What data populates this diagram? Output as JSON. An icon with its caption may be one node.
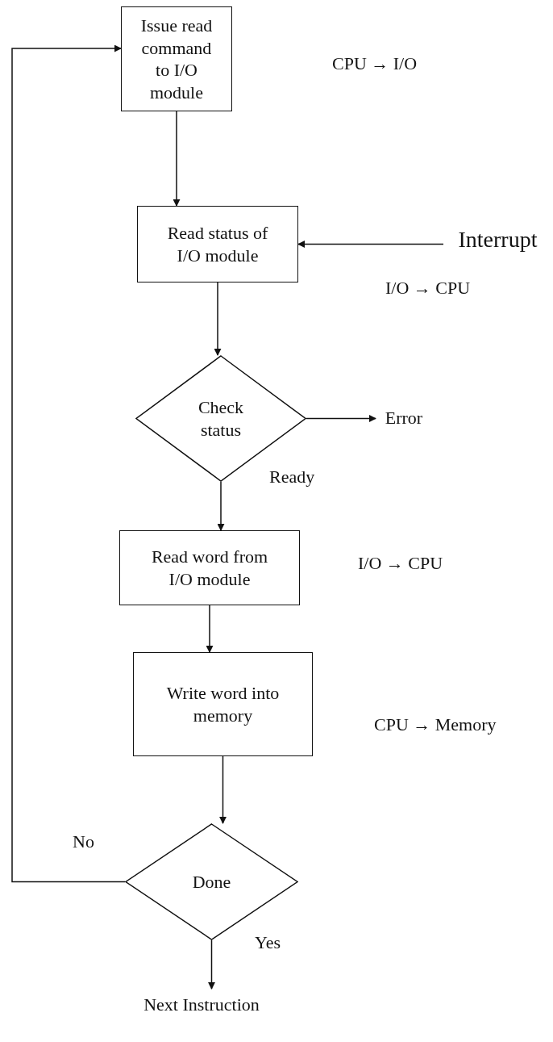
{
  "diagram": {
    "nodes": [
      {
        "text": [
          "Issue read command to I/O module"
        ]
      },
      {
        "text": [
          "Read status of I/O module"
        ]
      },
      {
        "text": [
          "Check status"
        ]
      },
      {
        "text": [
          "Read word from I/O module"
        ]
      },
      {
        "text": [
          "Write word into memory"
        ]
      },
      {
        "text": [
          "Done"
        ]
      },
      {
        "text": [
          "Next Instruction"
        ]
      },
      {
        "text": [
          "Interrupt"
        ]
      },
      {
        "text": [
          "Error"
        ]
      }
    ],
    "edges": [
      {
        "from": 0,
        "to": 1,
        "arrow": "to"
      },
      {
        "from": 1,
        "to": 2,
        "arrow": "to"
      },
      {
        "from": 2,
        "to": 8,
        "arrow": "to"
      },
      {
        "from": 2,
        "to": 3,
        "label": "Ready",
        "arrow": "to"
      },
      {
        "from": 3,
        "to": 4,
        "arrow": "to"
      },
      {
        "from": 4,
        "to": 5,
        "arrow": "to"
      },
      {
        "from": 5,
        "to": 0,
        "label": "No",
        "arrow": "to"
      },
      {
        "from": 5,
        "to": 6,
        "label": "Yes",
        "arrow": "to"
      },
      {
        "from": 7,
        "to": 1,
        "arrow": "to"
      }
    ],
    "labels": [
      "CPU → I/O",
      "I/O → CPU",
      "I/O → CPU",
      "CPU → Memory"
    ]
  }
}
